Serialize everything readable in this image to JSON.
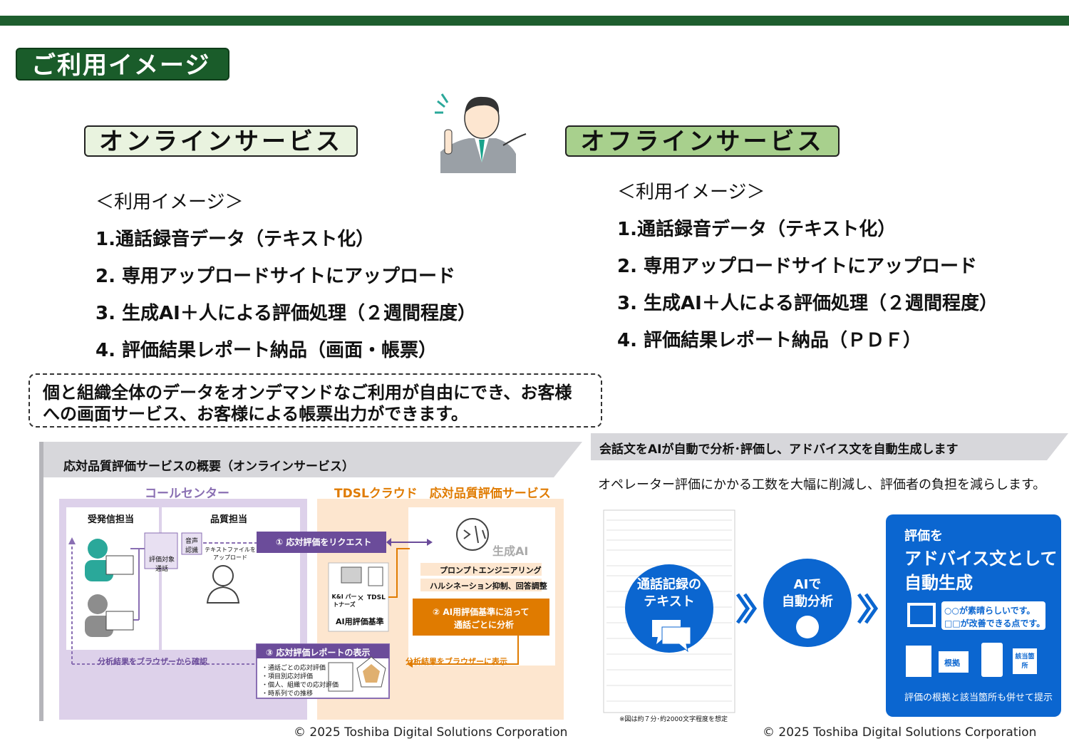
{
  "title": "ご利用イメージ",
  "online": {
    "title": "オンラインサービス",
    "heading": "＜利用イメージ＞",
    "items": [
      "1.通話録音データ（テキスト化）",
      "2. 専用アップロードサイトにアップロード",
      "3. 生成AI＋人による評価処理（２週間程度）",
      "4. 評価結果レポート納品（画面・帳票）"
    ],
    "note_line1": "個と組織全体のデータをオンデマンドなご利用が自由にでき、お客様",
    "note_line2": "への画面サービス、お客様による帳票出力ができます。"
  },
  "offline": {
    "title": "オフラインサービス",
    "heading": "＜利用イメージ＞",
    "items": [
      "1.通話録音データ（テキスト化）",
      "2. 専用アップロードサイトにアップロード",
      "3. 生成AI＋人による評価処理（２週間程度）",
      "4. 評価結果レポート納品（ＰＤＦ）"
    ]
  },
  "diagram_online": {
    "banner": "応対品質評価サービスの概要（オンラインサービス）",
    "call_center": "コールセンター",
    "cloud": "TDSLクラウド　応対品質評価サービス",
    "caller": "受発信担当",
    "quality": "品質担当",
    "eval_calls": "評価対象通話",
    "voice_recog": "音声認識",
    "text_upload": "テキストファイルをアップロード",
    "step1": "①  応対評価をリクエスト",
    "gen_ai": "生成AI",
    "prompt": "プロンプトエンジニアリング",
    "halluc": "ハルシネーション抑制、回答調整",
    "partners": "K&I パートナーズ",
    "tdsl": "TDSL",
    "cross": "×",
    "criteria": "AI用評価基準",
    "step2_l1": "② AI用評価基準に沿って",
    "step2_l2": "通話ごとに分析",
    "browser_confirm": "分析結果をブラウザーから確認",
    "browser_show": "分析結果をブラウザーに表示",
    "step3": "③  応対評価レポートの表示",
    "step3_items": [
      "・通話ごとの応対評価",
      "・項目別応対評価",
      "・個人、組織での応対評価",
      "・時系列での推移"
    ]
  },
  "diagram_offline": {
    "banner": "会話文をAIが自動で分析･評価し、アドバイス文を自動生成します",
    "subtitle": "オペレーター評価にかかる工数を大幅に削減し、評価者の負担を減らします。",
    "circle1_l1": "通話記録の",
    "circle1_l2": "テキスト",
    "circle2_l1": "AIで",
    "circle2_l2": "自動分析",
    "blue_l1": "評価を",
    "blue_l2": "アドバイス文として",
    "blue_l3": "自動生成",
    "msg1": "○○が素晴らしいです。",
    "msg2": "□□が改善できる点です。",
    "basis": "根拠",
    "location": "該当箇所",
    "blue_foot": "評価の根拠と該当箇所も併せて提示",
    "doc_note": "※図は約７分･約2000文字程度を想定"
  },
  "copyright": "© 2025 Toshiba Digital Solutions Corporation",
  "colors": {
    "brand_green": "#1a5c2a",
    "online_bg": "#e9f3df",
    "offline_bg": "#a8d08d",
    "purple": "#6b4c9a",
    "orange": "#e07b00",
    "blue": "#0b66d0"
  }
}
